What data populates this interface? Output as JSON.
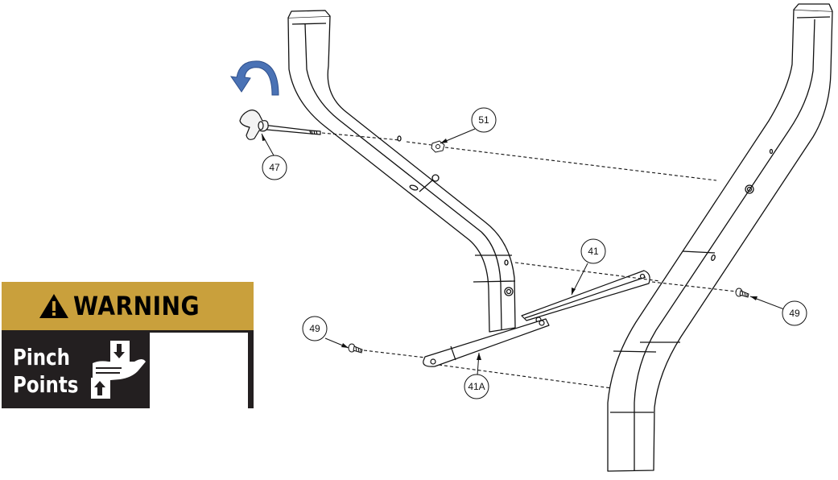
{
  "callouts": {
    "c47": "47",
    "c51": "51",
    "c41": "41",
    "c49_left": "49",
    "c49_right": "49",
    "c41a": "41A"
  },
  "warning": {
    "title": "WARNING",
    "line1": "Pinch",
    "line2": "Points",
    "header_color": "#c9a03c",
    "body_color": "#231f20"
  },
  "icons": {
    "rotation": "rotate-counterclockwise-arrow-icon",
    "warning": "warning-triangle-icon",
    "pinch": "hand-pinch-icon"
  },
  "colors": {
    "rotation_arrow": "#4a72b5"
  }
}
